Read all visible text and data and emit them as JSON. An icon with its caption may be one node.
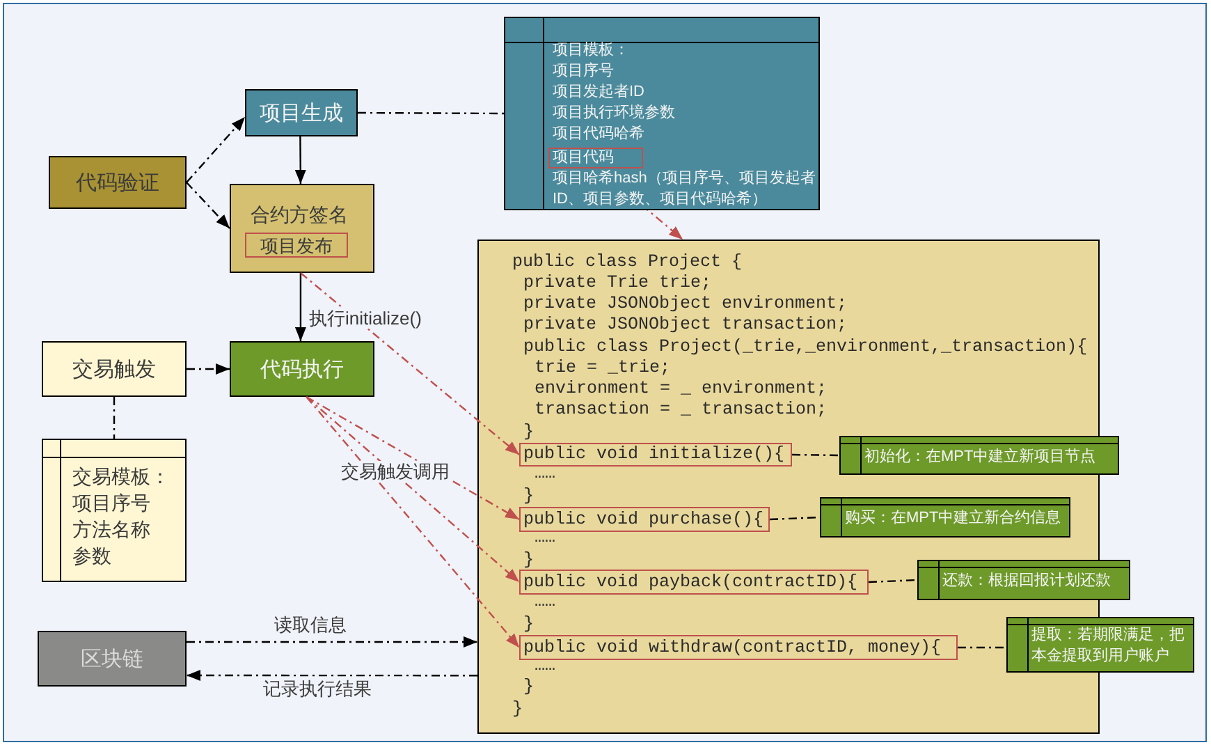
{
  "diagram": {
    "nodes": [
      {
        "text": [
          "代码验证"
        ]
      },
      {
        "text": [
          "项目生成"
        ]
      },
      {
        "text": [
          "合约方签名"
        ]
      },
      {
        "text": [
          "项目发布"
        ],
        "in": 2
      },
      {
        "text": [
          "项目模板：",
          "项目序号",
          "项目发起者ID",
          "项目执行环境参数",
          "项目代码哈希",
          "项目哈希hash（项目序号、项目发起者ID、项目参数、项目代码哈希）"
        ]
      },
      {
        "text": [
          "项目代码"
        ],
        "in": 4
      },
      {
        "text": [
          "代码执行"
        ]
      },
      {
        "text": [
          "交易触发"
        ]
      },
      {
        "text": [
          "交易模板：",
          "项目序号",
          "方法名称",
          "参数"
        ]
      },
      {
        "text": [
          "区块链"
        ]
      },
      {
        "text": [
          "public class Project {",
          "private Trie trie;",
          "private JSONObject environment;",
          "private JSONObject transaction;",
          "public class Project(_trie,_environment,_transaction){",
          "trie = _trie;",
          "environment = _ environment;",
          "transaction = _ transaction;",
          "}",
          "……",
          "}",
          "……",
          "}",
          "……",
          "}",
          "……",
          "}",
          "}"
        ]
      },
      {
        "text": [
          "public void initialize(){"
        ],
        "in": 10
      },
      {
        "text": [
          "public void purchase(){"
        ],
        "in": 10
      },
      {
        "text": [
          "public void payback(contractID){"
        ],
        "in": 10
      },
      {
        "text": [
          "public void withdraw(contractID, money){"
        ],
        "in": 10
      },
      {
        "text": [
          "初始化：在MPT中建立新项目节点"
        ]
      },
      {
        "text": [
          "购买：在MPT中建立新合约信息"
        ],
        "in": 10
      },
      {
        "text": [
          "还款：根据回报计划还款"
        ]
      },
      {
        "text": [
          "提取：若期限满足，把本金提取到用户账户"
        ]
      }
    ],
    "edges": [
      {
        "from": 0,
        "to": 1,
        "arrow": "to",
        "style": "dashed"
      },
      {
        "from": 0,
        "to": 2,
        "arrow": "to",
        "style": "dashed"
      },
      {
        "from": 1,
        "to": 2,
        "arrow": "to"
      },
      {
        "from": 1,
        "to": 4,
        "arrow": "none",
        "style": "dashed"
      },
      {
        "from": 2,
        "to": 6,
        "arrow": "to",
        "label": "执行initialize()"
      },
      {
        "from": 7,
        "to": 6,
        "arrow": "to",
        "style": "dashed"
      },
      {
        "from": 7,
        "to": 8,
        "arrow": "none",
        "style": "dashed"
      },
      {
        "from": 5,
        "to": 10,
        "arrow": "to",
        "style": "dashed",
        "color": "#c0504d"
      },
      {
        "from": 2,
        "to": 11,
        "arrow": "to",
        "style": "dashed",
        "color": "#c0504d"
      },
      {
        "from": 6,
        "to": 12,
        "arrow": "to",
        "style": "dashed",
        "color": "#c0504d"
      },
      {
        "from": 6,
        "to": 13,
        "arrow": "to",
        "style": "dashed",
        "color": "#c0504d",
        "label": "交易触发调用"
      },
      {
        "from": 6,
        "to": 14,
        "arrow": "to",
        "style": "dashed",
        "color": "#c0504d"
      },
      {
        "from": 9,
        "to": 10,
        "arrow": "to",
        "style": "dashed",
        "label": "读取信息"
      },
      {
        "from": 10,
        "to": 9,
        "arrow": "to",
        "style": "dashed",
        "label": "记录执行结果"
      },
      {
        "from": 11,
        "to": 15,
        "arrow": "none",
        "style": "dashed"
      },
      {
        "from": 12,
        "to": 16,
        "arrow": "none",
        "style": "dashed"
      },
      {
        "from": 13,
        "to": 17,
        "arrow": "none",
        "style": "dashed"
      },
      {
        "from": 14,
        "to": 18,
        "arrow": "none",
        "style": "dashed"
      }
    ]
  }
}
